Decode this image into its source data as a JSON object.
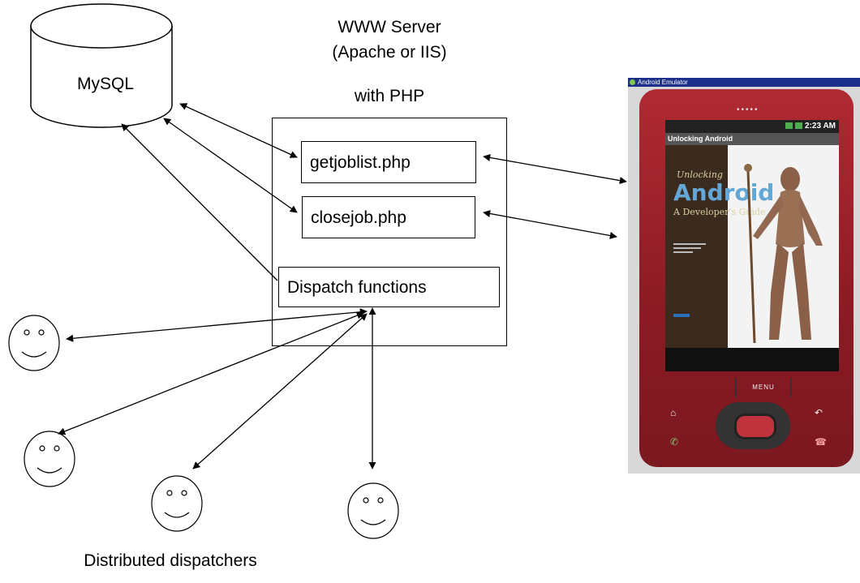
{
  "server": {
    "title_line1": "WWW Server",
    "title_line2": "(Apache or IIS)",
    "subtitle": "with PHP"
  },
  "database": {
    "label": "MySQL"
  },
  "scripts": {
    "getjoblist": "getjoblist.php",
    "closejob": "closejob.php",
    "dispatch": "Dispatch functions"
  },
  "dispatchers": {
    "label": "Distributed dispatchers",
    "count": 4
  },
  "emulator": {
    "window_title": "Android Emulator",
    "clock": "2:23 AM",
    "app_title": "Unlocking Android",
    "book": {
      "series": "Unlocking",
      "title": "Android",
      "subtitle": "A Developer's Guide"
    },
    "menu_key": "MENU"
  },
  "colors": {
    "phone_body": "#8a1a23",
    "book_title": "#62a7d6"
  },
  "icons": [
    "database-cylinder",
    "smiley-face",
    "home-icon",
    "back-icon",
    "call-icon",
    "end-call-icon"
  ]
}
